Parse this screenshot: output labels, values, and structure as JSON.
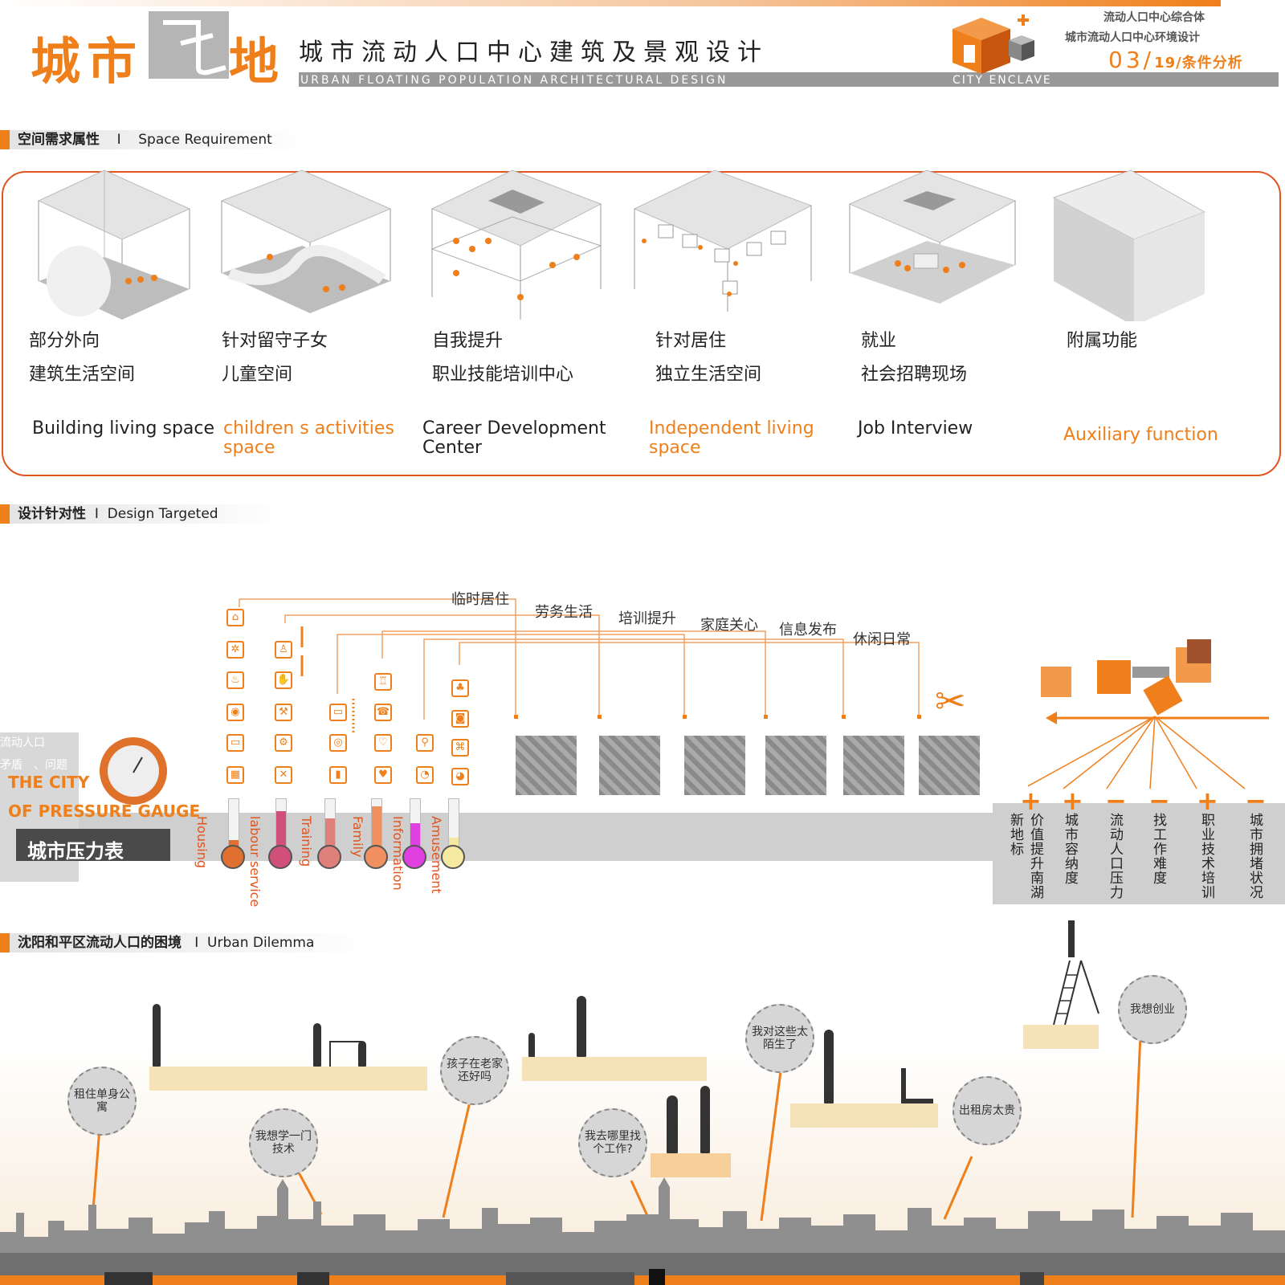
{
  "header": {
    "title_left": "城市",
    "title_right": "地",
    "subtitle_cn": "城市流动人口中心建筑及景观设计",
    "subtitle_en": "URBAN FLOATING  POPULATION ARCHITECTURAL DESIGN",
    "brand_en": "CITY ENCLAVE",
    "right_line1": "流动人口中心综合体",
    "right_line2": "城市流动人口中心环境设计",
    "page_current": "03",
    "page_total": "19",
    "page_section": "/条件分析"
  },
  "section_space": {
    "title_cn": "空间需求属性",
    "separator": "I",
    "title_en": "Space Requirement"
  },
  "space_items": [
    {
      "cn1": "部分外向",
      "cn2": "建筑生活空间",
      "en": "Building living space",
      "en_orange": false
    },
    {
      "cn1": "针对留守子女",
      "cn2": "儿童空间",
      "en": "children s activities space",
      "en_orange": true
    },
    {
      "cn1": "自我提升",
      "cn2": "职业技能培训中心",
      "en": "Career Development Center",
      "en_orange": false
    },
    {
      "cn1": "针对居住",
      "cn2": "独立生活空间",
      "en": "Independent living space",
      "en_orange": true
    },
    {
      "cn1": "就业",
      "cn2": "社会招聘现场",
      "en": "Job Interview",
      "en_orange": false
    },
    {
      "cn1": "附属功能",
      "cn2": "",
      "en": "Auxiliary function",
      "en_orange": true
    }
  ],
  "section_design": {
    "title_cn": "设计针对性",
    "separator": "I",
    "title_en": "Design Targeted"
  },
  "design_labels": [
    "临时居住",
    "劳务生活",
    "培训提升",
    "家庭关心",
    "信息发布",
    "休闲日常"
  ],
  "gauge": {
    "left_text1": "流动人口",
    "left_text2": "矛盾　、问题",
    "en1": "THE CITY",
    "en2": "OF PRESSURE GAUGE",
    "cn": "城市压力表"
  },
  "thermometers": [
    {
      "label": "Housing",
      "color": "#e07030",
      "level": 0.15
    },
    {
      "label": "labour service",
      "color": "#d0507a",
      "level": 0.75
    },
    {
      "label": "Training",
      "color": "#e0807a",
      "level": 0.6
    },
    {
      "label": "Family",
      "color": "#f09060",
      "level": 0.85
    },
    {
      "label": "Information",
      "color": "#e040e0",
      "level": 0.5
    },
    {
      "label": "Amusement",
      "color": "#f5e8a0",
      "level": 0.2
    }
  ],
  "impacts": [
    {
      "sign": "+",
      "text": "价值提升南湖新地标"
    },
    {
      "sign": "+",
      "text": "城市容纳度"
    },
    {
      "sign": "−",
      "text": "流动人口压力"
    },
    {
      "sign": "−",
      "text": "找工作难度"
    },
    {
      "sign": "+",
      "text": "职业技术培训"
    },
    {
      "sign": "−",
      "text": "城市拥堵状况"
    }
  ],
  "section_dilemma": {
    "title_cn": "沈阳和平区流动人口的困境",
    "separator": "I",
    "title_en": "Urban Dilemma"
  },
  "bubbles": [
    "租住单身公寓",
    "我想学一门技术",
    "孩子在老家还好吗",
    "我去哪里找个工作?",
    "我对这些太陌生了",
    "出租房太贵",
    "我想创业"
  ],
  "colors": {
    "accent": "#ef7f1a",
    "gray": "#999999"
  }
}
